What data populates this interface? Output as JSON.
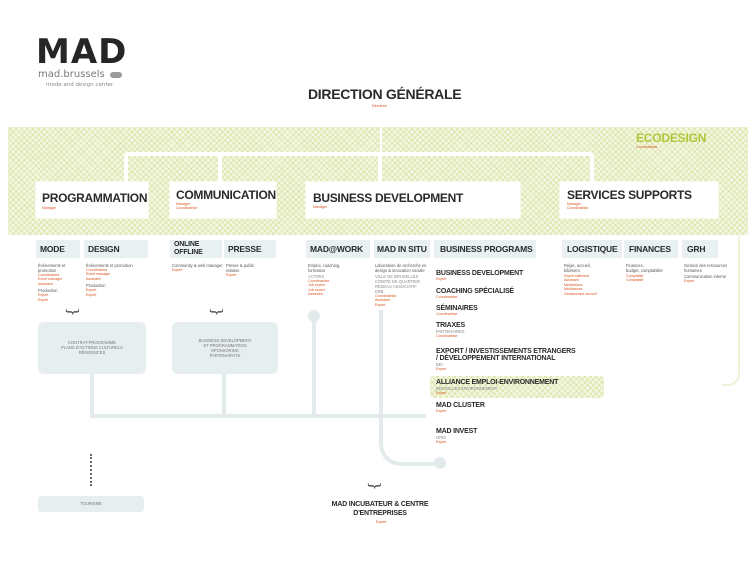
{
  "logo": {
    "mark": "MAD",
    "brand": "mad.brussels",
    "tagline": "mode and design center"
  },
  "top": {
    "title": "DIRECTION GÉNÉRALE",
    "role": "Directrice"
  },
  "ecodesign": {
    "title": "ECODESIGN",
    "role": "Coordinatrice"
  },
  "programmation": {
    "title": "PROGRAMMATION",
    "role": "Manager",
    "mode": {
      "title": "MODE",
      "lines": [
        "Événements et promotion"
      ],
      "roles": [
        "Coordinatrice",
        "Event manager",
        "Assistant"
      ],
      "extra": "Production",
      "extra_roles": [
        "Expert",
        "Expert"
      ]
    },
    "design": {
      "title": "DESIGN",
      "lines": [
        "Événements et promotion"
      ],
      "roles": [
        "Coordinatrice",
        "Event manager",
        "Assistant"
      ],
      "extra": "Production",
      "extra_roles": [
        "Expert",
        "Expert"
      ]
    },
    "box": [
      "CONTRAT-PROGRAMME",
      "PLANS D'ACTIONS CULTURELS",
      "RÉSIDENCES"
    ]
  },
  "communication": {
    "title": "COMMUNICATION",
    "role": "Manager",
    "role2": "Coordinatrice",
    "online": {
      "title1": "ONLINE",
      "title2": "OFFLINE",
      "line": "Community & web manager",
      "role": "Expert"
    },
    "presse": {
      "title": "PRESSE",
      "line1": "Presse & public",
      "line2": "relation",
      "role": "Expert"
    },
    "box": [
      "BUSINESS DEVELOPMENT",
      "ET PROGRAMMATION",
      "SPONSORING",
      "PARTENARIATS"
    ]
  },
  "business": {
    "title": "BUSINESS DEVELOPMENT",
    "role": "Manager",
    "madwork": {
      "title": "MAD@WORK",
      "line1": "Emploi, coaching,",
      "line2": "formation",
      "partner": "ACTIRIS",
      "roles": [
        "Coordinatrice",
        "Job expert",
        "Job expert",
        "Assistant"
      ]
    },
    "insitu": {
      "title": "MAD IN SITU",
      "line1": "Laboratoire de recherche en",
      "line2": "design & innovation sociale",
      "partners": [
        "VILLE DE BRUXELLES",
        "COMITÉ DE QUARTIER",
        "RÉSEAU ASSOCIATIF",
        "ERB"
      ],
      "roles": [
        "Coordinatrice",
        "Assistant",
        "Expert"
      ]
    },
    "programs": {
      "title": "BUSINESS PROGRAMS",
      "items": [
        {
          "name": "BUSINESS DEVELOPMENT",
          "sub": "",
          "role": "Expert"
        },
        {
          "name": "COACHING SPÉCIALISÉ",
          "sub": "",
          "role": "Coordinatrice"
        },
        {
          "name": "SÉMINAIRES",
          "sub": "",
          "role": "Coordinatrice"
        },
        {
          "name": "TRIAXES",
          "sub": "PARTENAIRES",
          "role": "Coordinatrice"
        },
        {
          "name": "EXPORT / INVESTISSEMENTS ETRANGERS",
          "name2": "/ DÉVELOPPEMENT INTERNATIONAL",
          "sub": "BEI",
          "role": "Expert"
        },
        {
          "name": "ALLIANCE EMPLOI-ENVIRONNEMENT",
          "sub": "BRUXELLES ENVIRONNEMENT",
          "role": "Expert"
        },
        {
          "name": "MAD CLUSTER",
          "sub": "",
          "role": "Expert"
        },
        {
          "name": "MAD INVEST",
          "sub": "ORIS",
          "role": "Expert"
        }
      ]
    }
  },
  "services": {
    "title": "SERVICES SUPPORTS",
    "role": "Manager",
    "role2": "Coordinatrice",
    "logistique": {
      "title": "LOGISTIQUE",
      "line1": "Régie, accueil,",
      "line2": "bâtiment",
      "roles": [
        "Expert bâtiment",
        "Assistant",
        "Médiatrices",
        "Médiatrices",
        "Gestionnaire accueil"
      ]
    },
    "finances": {
      "title": "FINANCES",
      "line1": "Finances,",
      "line2": "budget, comptabilité",
      "roles": [
        "Comptable",
        "Comptable"
      ]
    },
    "grh": {
      "title": "GRH",
      "line1": "Gestion des ressources",
      "line2": "humaines",
      "line3": "Communication interne",
      "role": "Expert"
    }
  },
  "tourisme": {
    "label": "TOURISME"
  },
  "incubateur": {
    "title1": "MAD INCUBATEUR & CENTRE",
    "title2": "D'ENTREPRISES",
    "role": "Expert"
  }
}
